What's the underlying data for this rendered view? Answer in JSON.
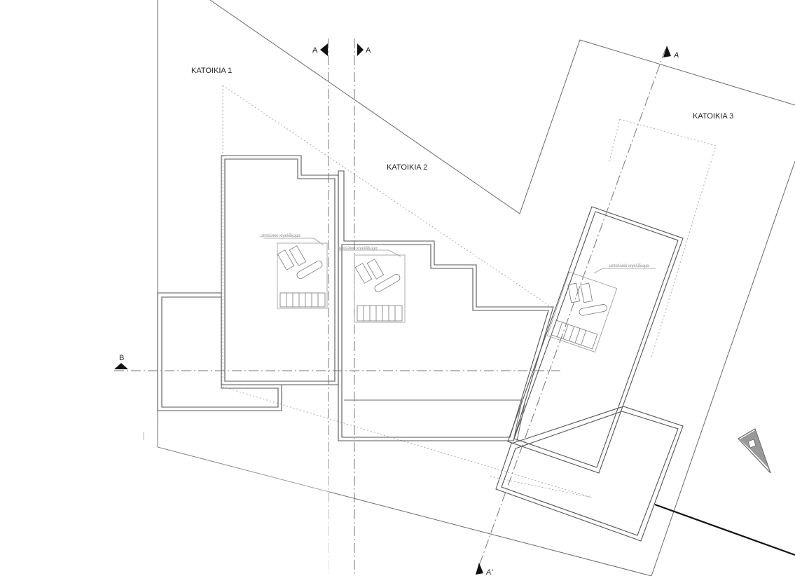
{
  "houses": {
    "house1": "ΚΑΤΟΙΚΙΑ 1",
    "house2": "ΚΑΤΟΙΚΙΑ 2",
    "house3": "ΚΑΤΟΙΚΙΑ 3"
  },
  "annotations": {
    "railing1": "μεταλλικό κιγκλίδωμα",
    "railing2": "μεταλλικό κιγκλίδωμα",
    "railing3": "μεταλλικό κιγκλίδωμα"
  },
  "section_markers": {
    "a_left": "A",
    "a_right": "A",
    "a_top_right": "A",
    "a_bottom": "A'",
    "b_left": "B"
  }
}
